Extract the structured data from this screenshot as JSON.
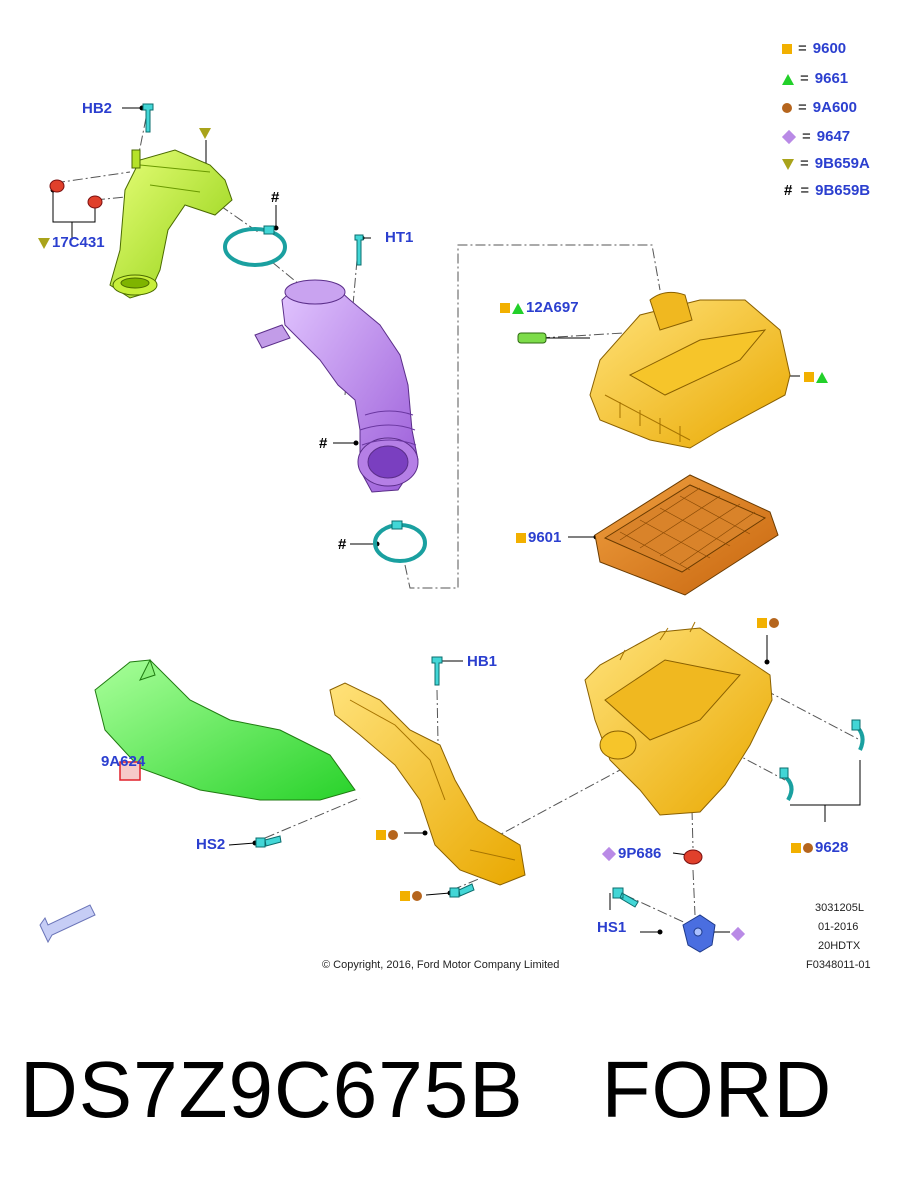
{
  "legend": [
    {
      "symbol": "square",
      "code": "9600"
    },
    {
      "symbol": "triangle-up",
      "code": "9661"
    },
    {
      "symbol": "circle",
      "code": "9A600"
    },
    {
      "symbol": "diamond",
      "code": "9647"
    },
    {
      "symbol": "triangle-down",
      "code": "9B659A"
    },
    {
      "symbol": "hash",
      "code": "9B659B"
    }
  ],
  "labels": {
    "hb2": "HB2",
    "c17c431": "17C431",
    "hash": "#",
    "ht1": "HT1",
    "c12a697": "12A697",
    "c9601": "9601",
    "hb1": "HB1",
    "c9a624": "9A624",
    "hs2": "HS2",
    "c9p686": "9P686",
    "c9628": "9628",
    "hs1": "HS1"
  },
  "info": {
    "line1": "3031205L",
    "line2": "01-2016",
    "line3": "20HDTX",
    "line4": "F0348011-01"
  },
  "copyright": "© Copyright, 2016, Ford Motor Company Limited",
  "part_number": "DS7Z9C675B",
  "brand": "FORD",
  "colors": {
    "label_blue": "#2b3fcf",
    "square_yellow": "#f2b000",
    "triangle_green": "#22d02a",
    "circle_brown": "#b5651d",
    "diamond_purple": "#b98ae6",
    "triangle_olive": "#a9a31a",
    "highlight_red": "#e0212b"
  }
}
